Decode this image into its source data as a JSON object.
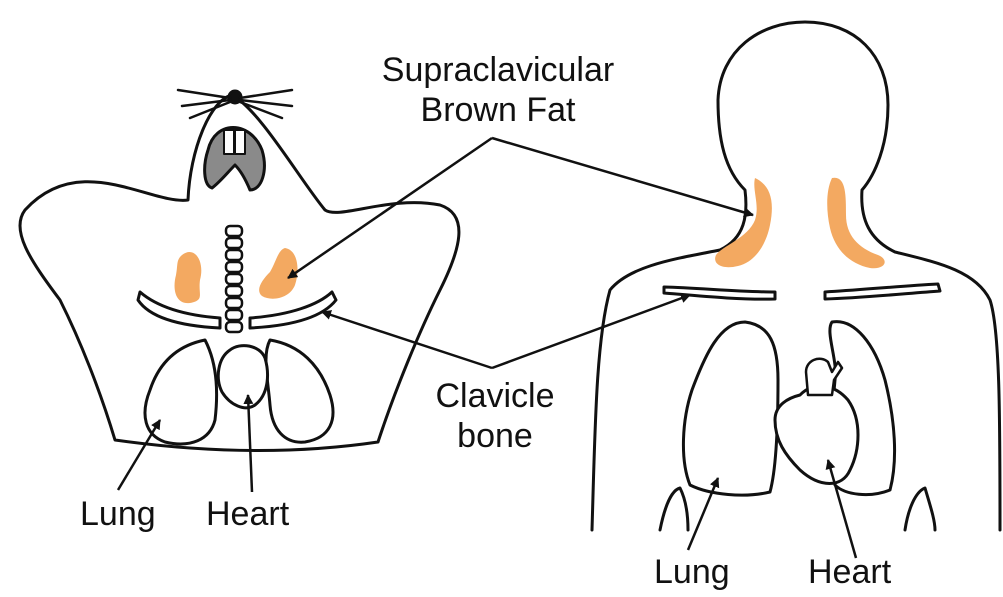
{
  "colors": {
    "brown_fat": "#F3A961",
    "outline": "#111111",
    "mouth": "#8A8A8A"
  },
  "labels": {
    "supraclavicular_line1": "Supraclavicular",
    "supraclavicular_line2": "Brown Fat",
    "clavicle_line1": "Clavicle",
    "clavicle_line2": "bone",
    "mouse_lung": "Lung",
    "mouse_heart": "Heart",
    "human_lung": "Lung",
    "human_heart": "Heart"
  }
}
